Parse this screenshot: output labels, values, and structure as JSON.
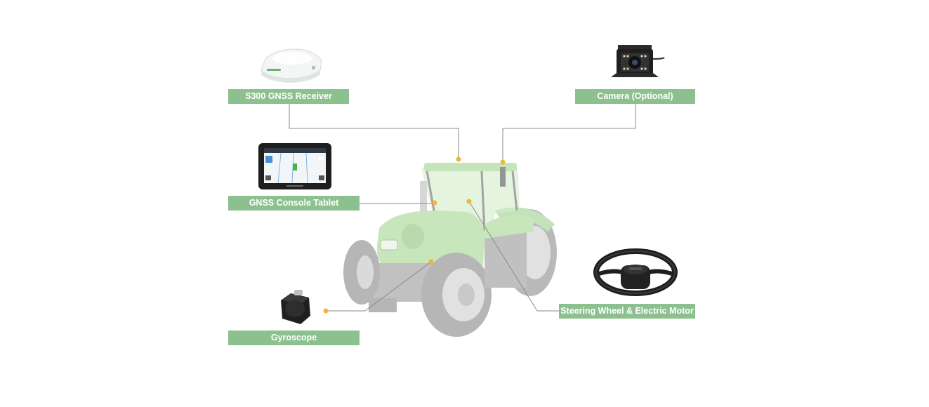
{
  "colors": {
    "label_bg": "#8cc08e",
    "label_text": "#ffffff",
    "connector_line": "#8a8a8a",
    "marker_dot": "#f2b632",
    "tractor_body": "#a9d79c",
    "tractor_tire": "#9a9a9a"
  },
  "components": [
    {
      "id": "receiver",
      "label": "S300 GNSS Receiver",
      "icon": "gnss-receiver-icon"
    },
    {
      "id": "camera",
      "label": "Camera (Optional)",
      "icon": "camera-icon"
    },
    {
      "id": "tablet",
      "label": "GNSS Console Tablet",
      "icon": "tablet-icon"
    },
    {
      "id": "steering",
      "label": "Steering Wheel & Electric Motor",
      "icon": "steering-wheel-icon"
    },
    {
      "id": "gyro",
      "label": "Gyroscope",
      "icon": "gyroscope-icon"
    }
  ]
}
